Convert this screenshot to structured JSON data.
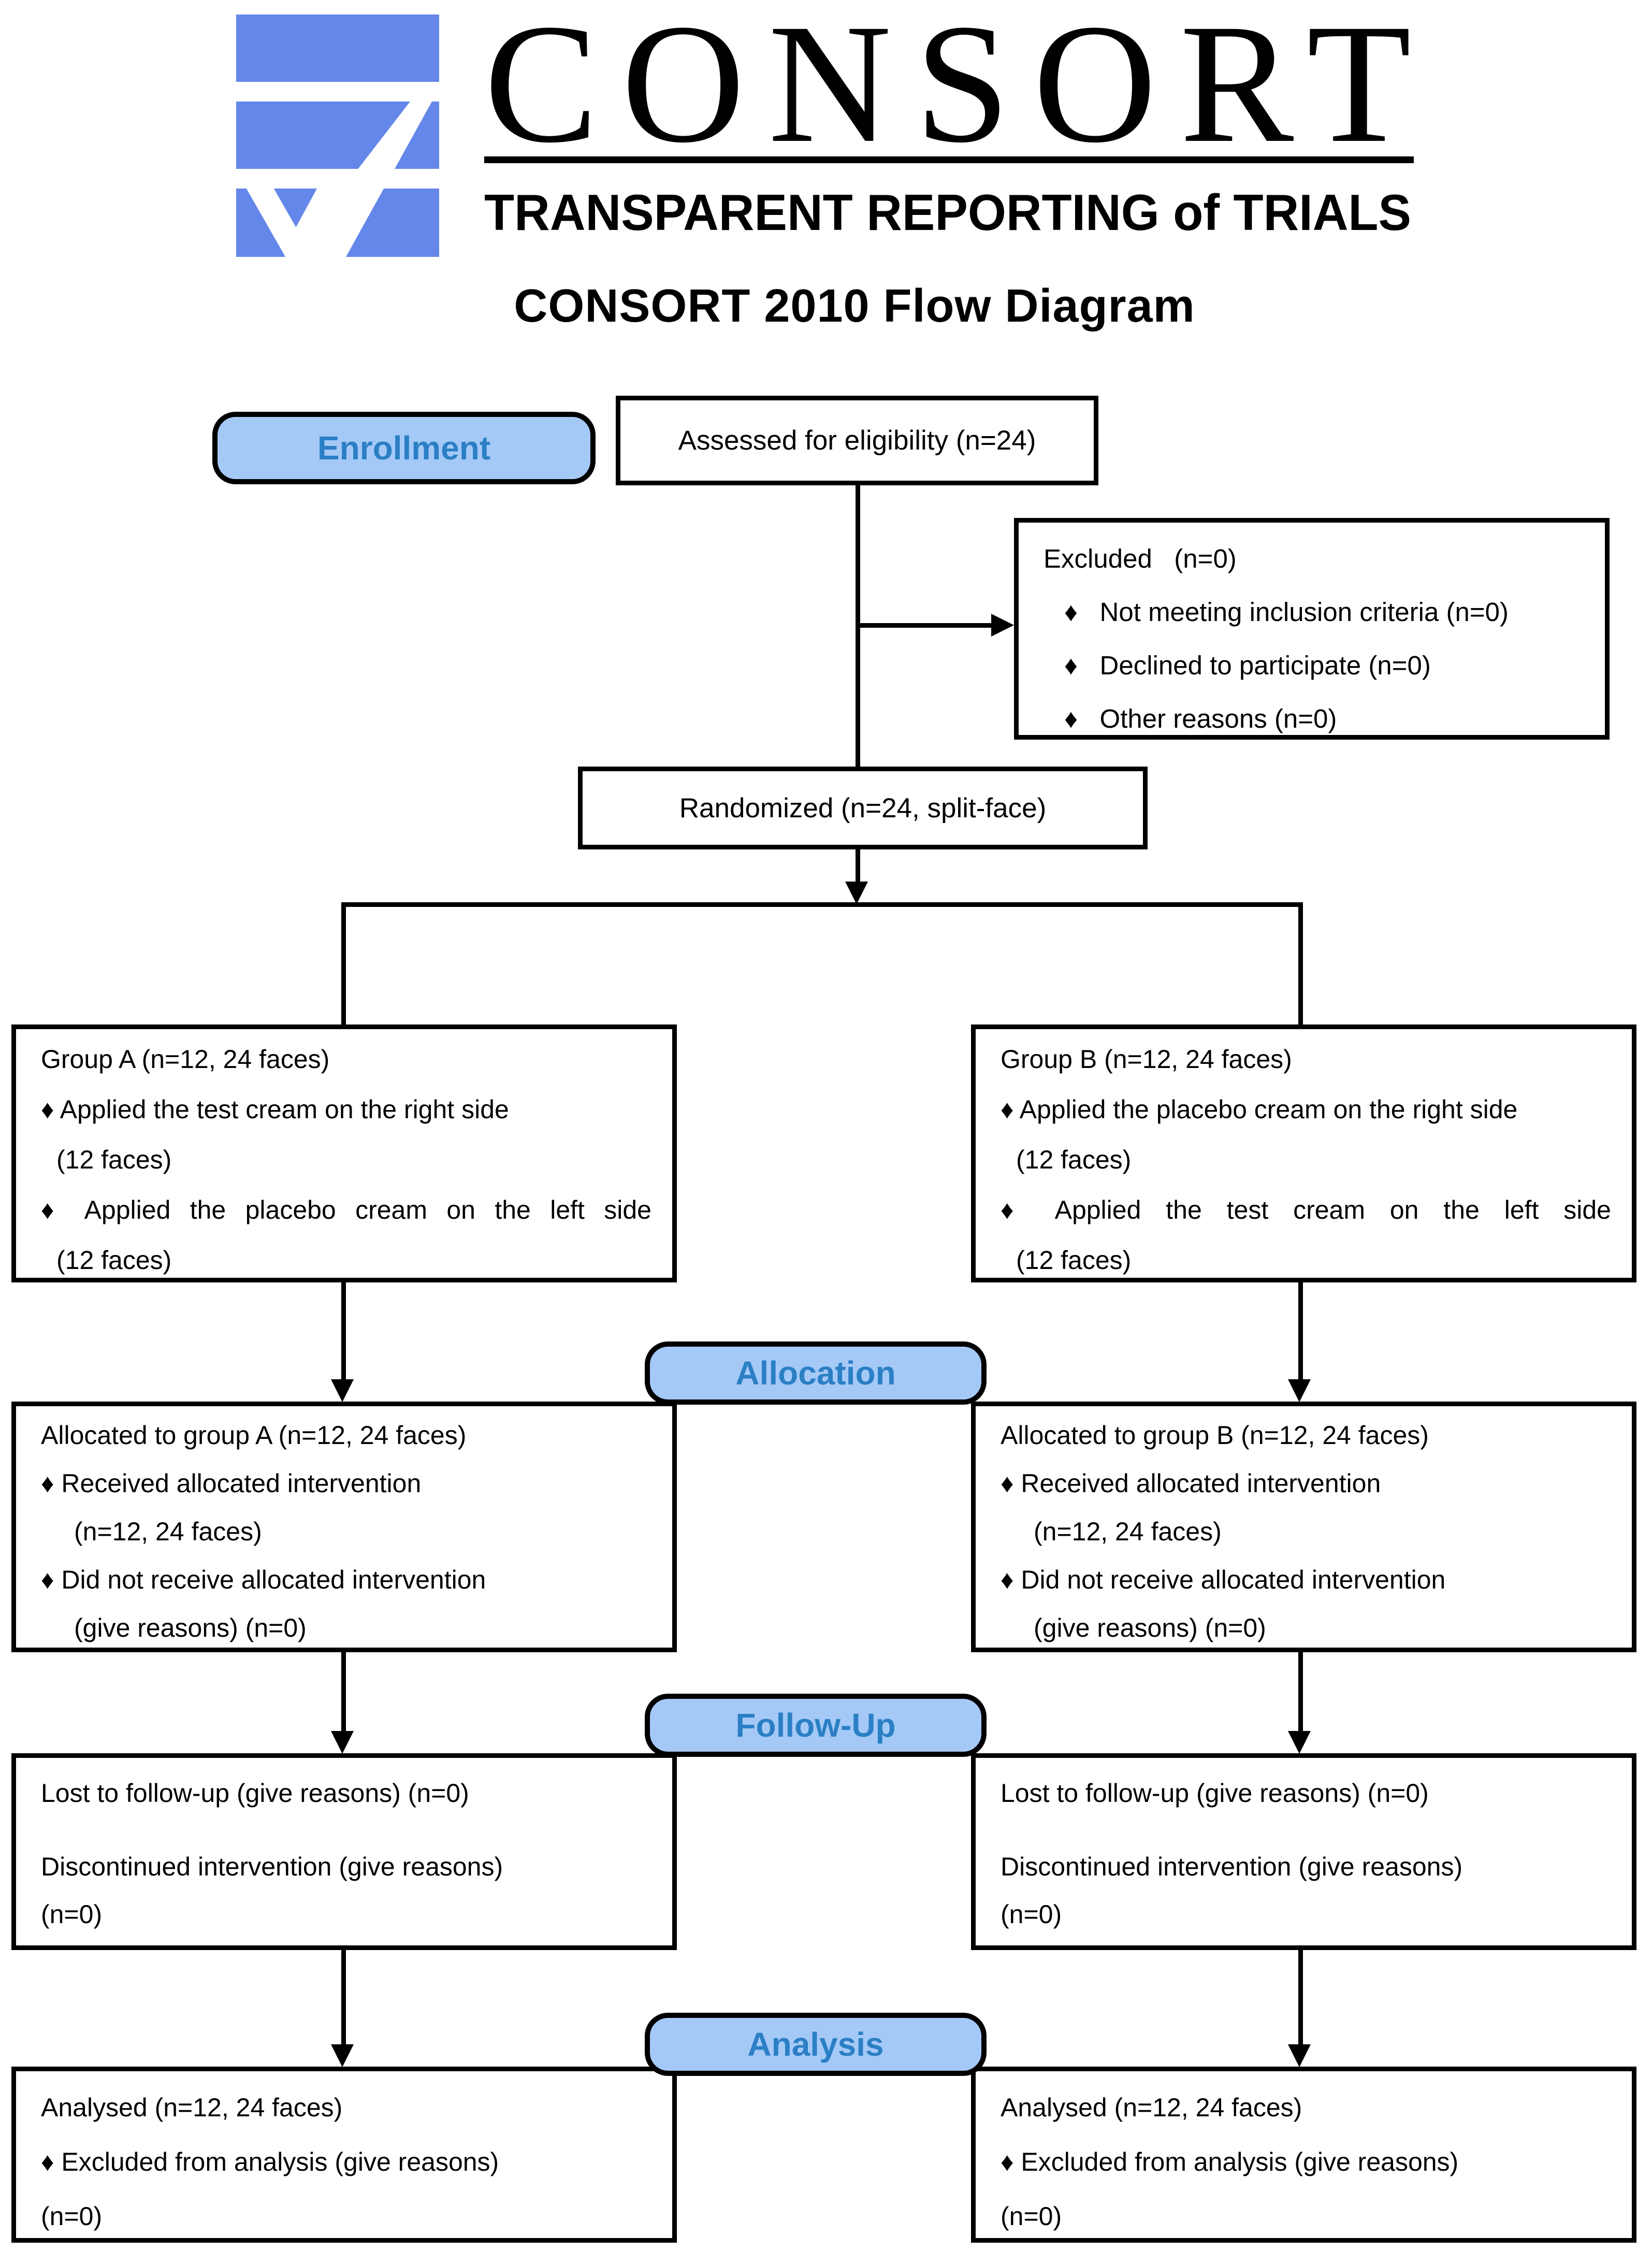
{
  "header": {
    "wordmark": "CONSORT",
    "tagline": "TRANSPARENT REPORTING of TRIALS",
    "title": "CONSORT 2010 Flow Diagram"
  },
  "stages": {
    "enrollment": "Enrollment",
    "allocation": "Allocation",
    "follow_up": "Follow-Up",
    "analysis": "Analysis"
  },
  "boxes": {
    "assessed": {
      "text": "Assessed for eligibility (n=24)"
    },
    "excluded": {
      "lines": [
        "Excluded   (n=0)",
        "♦   Not meeting inclusion criteria (n=0)",
        "♦   Declined to participate (n=0)",
        "♦   Other reasons (n=0)"
      ]
    },
    "randomized": {
      "text": "Randomized (n=24, split-face)"
    },
    "group_a": {
      "lines": [
        "Group A (n=12, 24 faces)",
        "♦ Applied the test cream on the right side",
        "(12 faces)",
        "♦ Applied the placebo cream on the left side",
        "(12 faces)"
      ]
    },
    "group_b": {
      "lines": [
        "Group B (n=12, 24 faces)",
        "♦ Applied the placebo cream on the right side",
        "(12 faces)",
        "♦ Applied the test cream on the left side",
        "(12 faces)"
      ]
    },
    "allocated_a": {
      "lines": [
        "Allocated to group A (n=12, 24 faces)",
        "♦ Received allocated intervention",
        "(n=12, 24 faces)",
        "♦ Did not receive allocated intervention",
        "(give reasons) (n=0)"
      ]
    },
    "allocated_b": {
      "lines": [
        "Allocated to group B (n=12, 24 faces)",
        "♦ Received allocated intervention",
        "(n=12, 24 faces)",
        "♦ Did not receive allocated intervention",
        "(give reasons) (n=0)"
      ]
    },
    "followup_a": {
      "lines": [
        "Lost to follow-up (give reasons) (n=0)",
        "",
        "Discontinued intervention (give reasons)",
        "(n=0)"
      ]
    },
    "followup_b": {
      "lines": [
        "Lost to follow-up (give reasons) (n=0)",
        "",
        "Discontinued intervention (give reasons)",
        "(n=0)"
      ]
    },
    "analysed_a": {
      "lines": [
        "Analysed (n=12, 24 faces)",
        "♦ Excluded from analysis (give reasons)",
        "(n=0)"
      ]
    },
    "analysed_b": {
      "lines": [
        "Analysed (n=12, 24 faces)",
        "♦ Excluded from analysis (give reasons)",
        "(n=0)"
      ]
    }
  },
  "colors": {
    "logo_blue": "#6487e9",
    "stage_fill": "#a5c9f7",
    "stage_text": "#2b7fc4",
    "line": "#000000"
  }
}
